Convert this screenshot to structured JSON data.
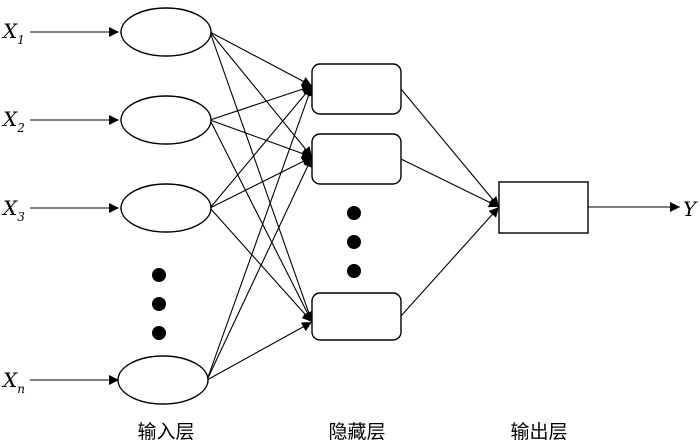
{
  "inputs": [
    {
      "symbol": "X",
      "sub": "1"
    },
    {
      "symbol": "X",
      "sub": "2"
    },
    {
      "symbol": "X",
      "sub": "3"
    },
    {
      "symbol": "X",
      "sub": "n"
    }
  ],
  "output_symbol": "Y",
  "layers": {
    "input": "输入层",
    "hidden": "隐藏层",
    "output": "输出层"
  }
}
